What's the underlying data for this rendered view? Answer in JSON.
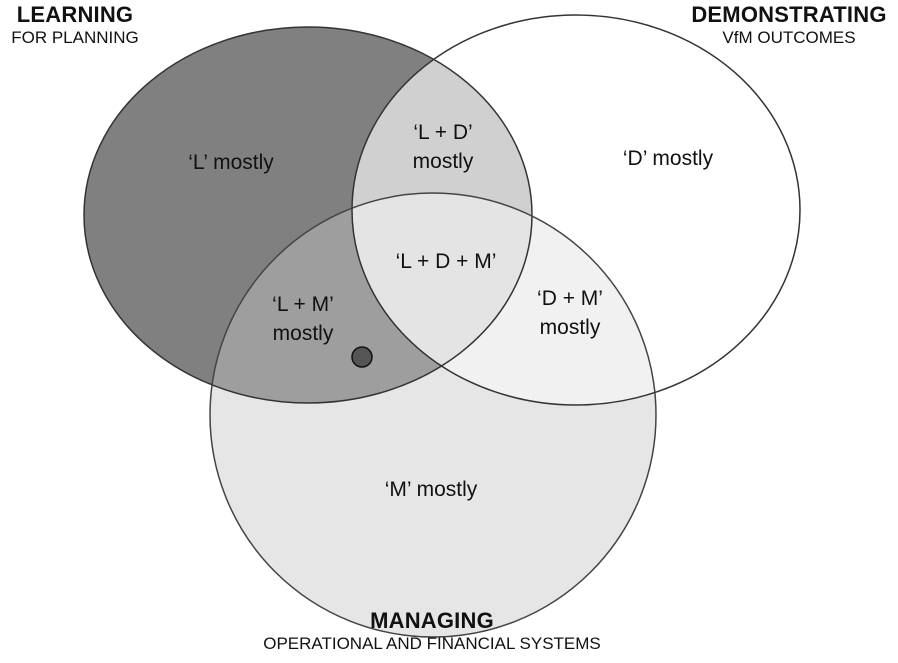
{
  "headers": {
    "learning": {
      "title": "LEARNING",
      "subtitle": "FOR PLANNING"
    },
    "demonstrating": {
      "title": "DEMONSTRATING",
      "subtitle": "VfM OUTCOMES"
    },
    "managing": {
      "title": "MANAGING",
      "subtitle": "OPERATIONAL AND FINANCIAL SYSTEMS"
    }
  },
  "regions": {
    "l": [
      "‘L’ mostly"
    ],
    "d": [
      "‘D’ mostly"
    ],
    "m": [
      "‘M’ mostly"
    ],
    "ld": [
      "‘L + D’",
      "mostly"
    ],
    "lm": [
      "‘L + M’",
      "mostly"
    ],
    "dm": [
      "‘D + M’",
      "mostly"
    ],
    "ldm": [
      "‘L + D + M’"
    ]
  },
  "colors": {
    "learning": "#808080",
    "managing": "#e6e6e6",
    "demonstrating": "#ffffff",
    "outline": "#333333",
    "marker": "#555555"
  }
}
